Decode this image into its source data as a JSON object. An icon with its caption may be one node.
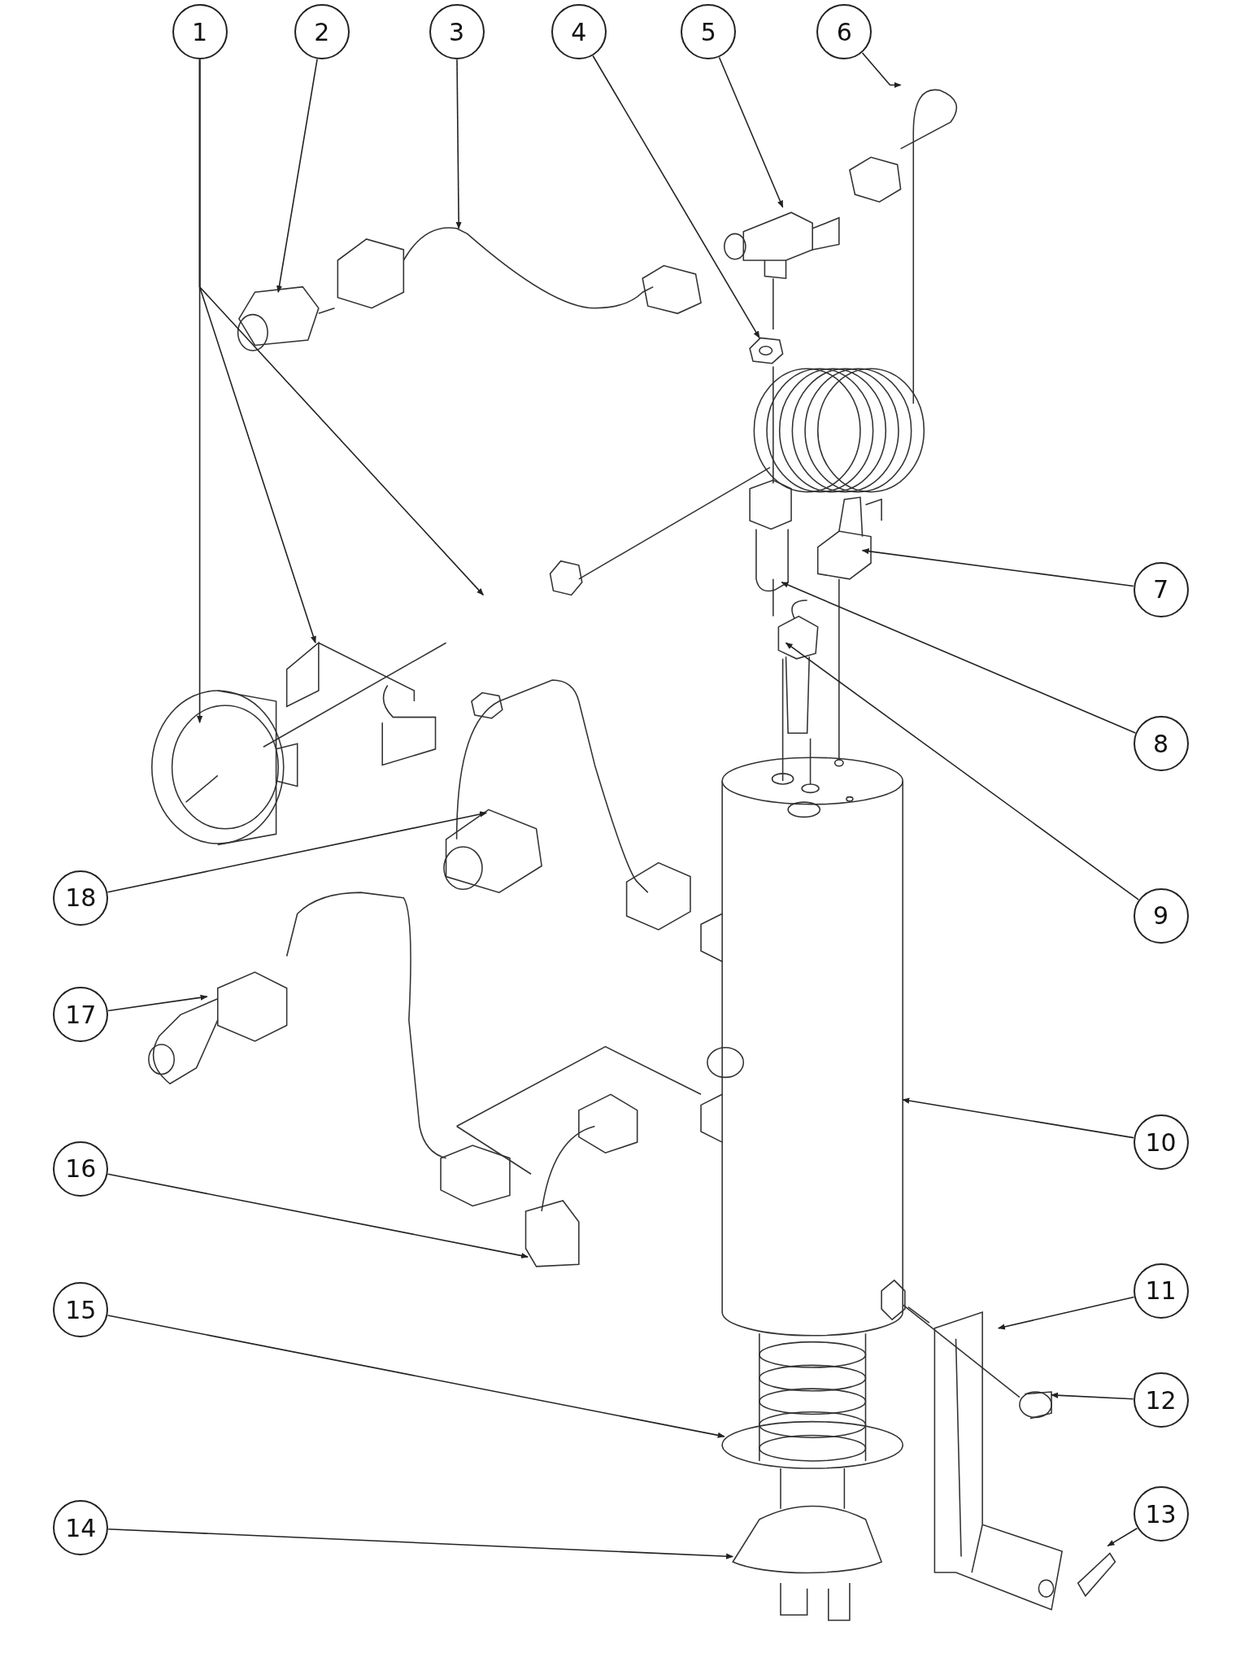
{
  "diagram": {
    "nodes": [
      {
        "text": [
          "1"
        ]
      },
      {
        "text": [
          "2"
        ]
      },
      {
        "text": [
          "3"
        ]
      },
      {
        "text": [
          "4"
        ]
      },
      {
        "text": [
          "5"
        ]
      },
      {
        "text": [
          "6"
        ]
      },
      {
        "text": [
          "7"
        ]
      },
      {
        "text": [
          "8"
        ]
      },
      {
        "text": [
          "9"
        ]
      },
      {
        "text": [
          "10"
        ]
      },
      {
        "text": [
          "11"
        ]
      },
      {
        "text": [
          "12"
        ]
      },
      {
        "text": [
          "13"
        ]
      },
      {
        "text": [
          "14"
        ]
      },
      {
        "text": [
          "15"
        ]
      },
      {
        "text": [
          "16"
        ]
      },
      {
        "text": [
          "17"
        ]
      },
      {
        "text": [
          "18"
        ]
      }
    ],
    "edges": [
      {
        "from": 0,
        "to": null,
        "arrow": "to"
      },
      {
        "from": 0,
        "to": null,
        "arrow": "to"
      },
      {
        "from": 0,
        "to": null,
        "arrow": "to"
      },
      {
        "from": 1,
        "to": null,
        "arrow": "to"
      },
      {
        "from": 2,
        "to": null,
        "arrow": "to"
      },
      {
        "from": 3,
        "to": null,
        "arrow": "to"
      },
      {
        "from": 4,
        "to": null,
        "arrow": "to"
      },
      {
        "from": 5,
        "to": null,
        "arrow": "to"
      },
      {
        "from": 6,
        "to": null,
        "arrow": "to"
      },
      {
        "from": 7,
        "to": null,
        "arrow": "to"
      },
      {
        "from": 8,
        "to": null,
        "arrow": "to"
      },
      {
        "from": 9,
        "to": null,
        "arrow": "to"
      },
      {
        "from": 10,
        "to": null,
        "arrow": "to"
      },
      {
        "from": 11,
        "to": null,
        "arrow": "to"
      },
      {
        "from": 12,
        "to": null,
        "arrow": "to"
      },
      {
        "from": 13,
        "to": null,
        "arrow": "to"
      },
      {
        "from": 14,
        "to": null,
        "arrow": "to"
      },
      {
        "from": 15,
        "to": null,
        "arrow": "to"
      },
      {
        "from": 16,
        "to": null,
        "arrow": "to"
      },
      {
        "from": 17,
        "to": null,
        "arrow": "to"
      }
    ]
  }
}
